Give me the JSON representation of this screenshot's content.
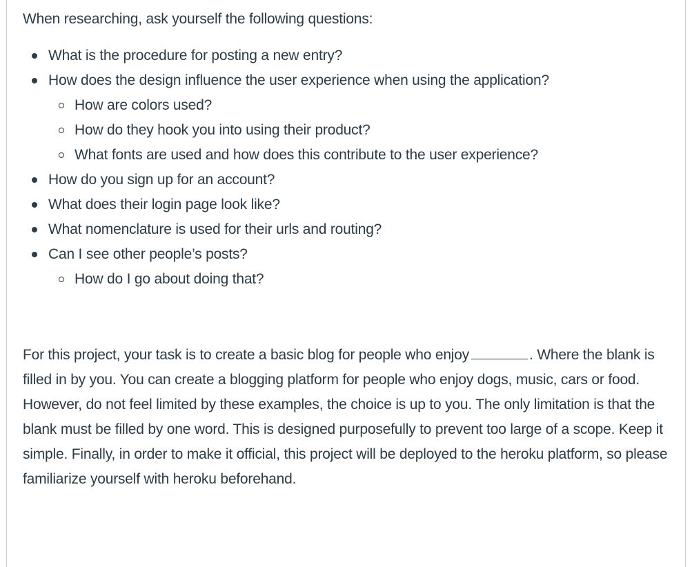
{
  "intro": "When researching, ask yourself the following questions:",
  "questions": [
    {
      "text": "What is the procedure for posting a new entry?",
      "sub": []
    },
    {
      "text": "How does the design influence the user experience when using the application?",
      "sub": [
        "How are colors used?",
        "How do they hook you into using their product?",
        "What fonts are used and how does this contribute to the user experience?"
      ]
    },
    {
      "text": "How do you sign up for an account?",
      "sub": []
    },
    {
      "text": "What does their login page look like?",
      "sub": []
    },
    {
      "text": "What nomenclature is used for their urls and routing?",
      "sub": []
    },
    {
      "text": "Can I see other people’s posts?",
      "sub": [
        "How do I go about doing that?"
      ]
    }
  ],
  "project": {
    "before_blank": "For this project, your task is to create a basic blog for people who enjoy",
    "after_blank": ". Where the blank is filled in by you. You can create a blogging platform for people who enjoy dogs, music, cars or food. However, do not feel limited by these examples, the choice is up to you. The only limitation is that the blank must be filled by one word. This is designed purposefully to prevent too large of a scope. Keep it simple. Finally, in order to make it official, this project will be deployed to the heroku platform, so please familiarize yourself with heroku beforehand."
  }
}
